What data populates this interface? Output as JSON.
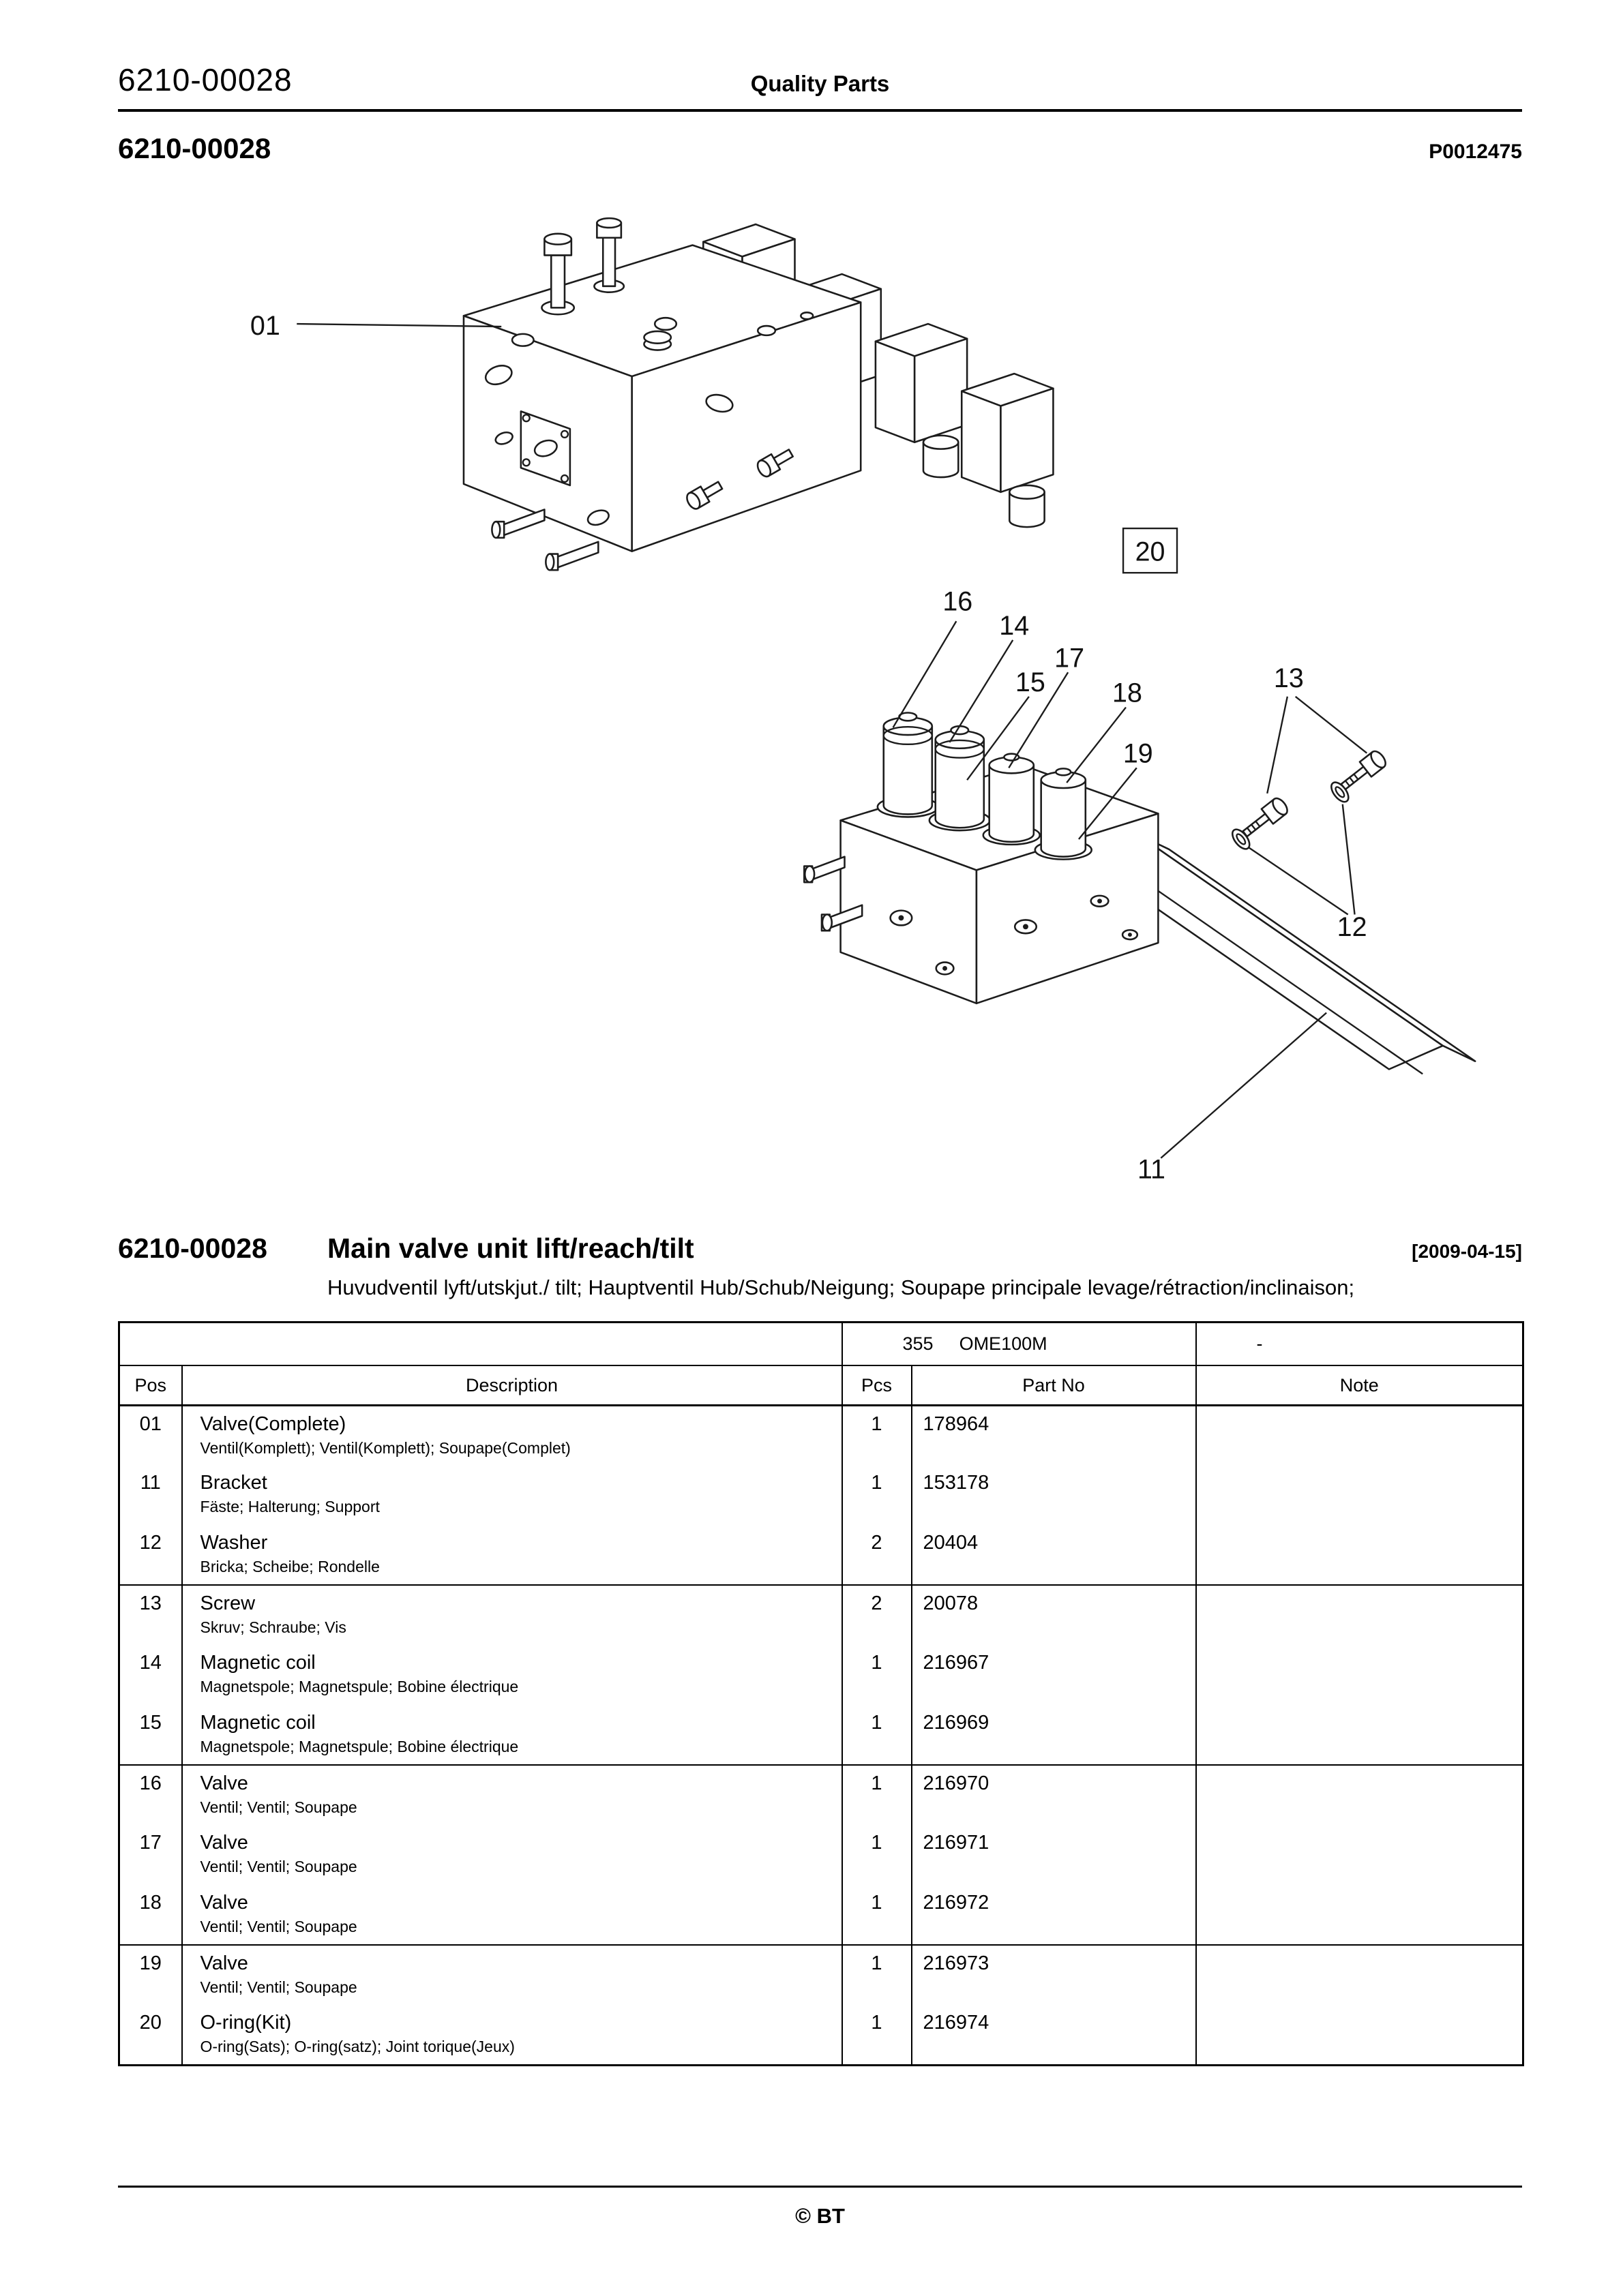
{
  "page": {
    "doc_number": "6210-00028",
    "header_center": "Quality Parts",
    "image_ref": "P0012475",
    "footer_mark": "© BT"
  },
  "section": {
    "number": "6210-00028",
    "title": "Main valve unit lift/reach/tilt",
    "date": "[2009-04-15]",
    "subtitle": "Huvudventil lyft/utskjut./ tilt; Hauptventil Hub/Schub/Neigung; Soupape principale levage/rétraction/inclinaison;"
  },
  "diagram": {
    "callouts": {
      "c01": "01",
      "c11": "11",
      "c12": "12",
      "c13": "13",
      "c14": "14",
      "c15": "15",
      "c16": "16",
      "c17": "17",
      "c18": "18",
      "c19": "19",
      "c20": "20"
    }
  },
  "table": {
    "meta": {
      "model_code": "355",
      "model_name": "OME100M",
      "serial_range": "-"
    },
    "columns": [
      "Pos",
      "Description",
      "Pcs",
      "Part No",
      "Note"
    ],
    "rows": [
      {
        "pos": "01",
        "desc": "Valve(Complete)",
        "sub": "Ventil(Komplett); Ventil(Komplett); Soupape(Complet)",
        "pcs": "1",
        "part": "178964",
        "note": "",
        "sep": false
      },
      {
        "pos": "11",
        "desc": "Bracket",
        "sub": "Fäste; Halterung; Support",
        "pcs": "1",
        "part": "153178",
        "note": "",
        "sep": false
      },
      {
        "pos": "12",
        "desc": "Washer",
        "sub": "Bricka; Scheibe; Rondelle",
        "pcs": "2",
        "part": "20404",
        "note": "",
        "sep": true
      },
      {
        "pos": "13",
        "desc": "Screw",
        "sub": "Skruv; Schraube; Vis",
        "pcs": "2",
        "part": "20078",
        "note": "",
        "sep": false
      },
      {
        "pos": "14",
        "desc": "Magnetic coil",
        "sub": "Magnetspole; Magnetspule; Bobine électrique",
        "pcs": "1",
        "part": "216967",
        "note": "",
        "sep": false
      },
      {
        "pos": "15",
        "desc": "Magnetic coil",
        "sub": "Magnetspole; Magnetspule; Bobine électrique",
        "pcs": "1",
        "part": "216969",
        "note": "",
        "sep": true
      },
      {
        "pos": "16",
        "desc": "Valve",
        "sub": "Ventil; Ventil; Soupape",
        "pcs": "1",
        "part": "216970",
        "note": "",
        "sep": false
      },
      {
        "pos": "17",
        "desc": "Valve",
        "sub": "Ventil; Ventil; Soupape",
        "pcs": "1",
        "part": "216971",
        "note": "",
        "sep": false
      },
      {
        "pos": "18",
        "desc": "Valve",
        "sub": "Ventil; Ventil; Soupape",
        "pcs": "1",
        "part": "216972",
        "note": "",
        "sep": true
      },
      {
        "pos": "19",
        "desc": "Valve",
        "sub": "Ventil; Ventil; Soupape",
        "pcs": "1",
        "part": "216973",
        "note": "",
        "sep": false
      },
      {
        "pos": "20",
        "desc": "O-ring(Kit)",
        "sub": "O-ring(Sats); O-ring(satz); Joint torique(Jeux)",
        "pcs": "1",
        "part": "216974",
        "note": "",
        "sep": false
      }
    ]
  }
}
